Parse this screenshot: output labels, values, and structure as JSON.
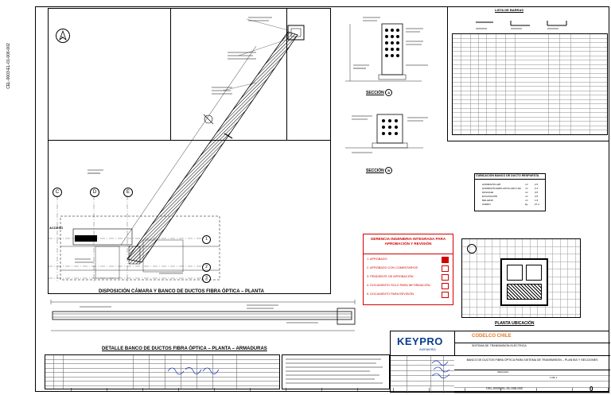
{
  "side_code": "CEL-0003-EL-01-006-002",
  "titles": {
    "plan_main": "DISPOSICIÓN CÁMARA Y BANCO DE DUCTOS FIBRA ÓPTICA – PLANTA",
    "detail_main": "DETALLE BANCO DE DUCTOS FIBRA ÓPTICA – PLANTA – ARMADURAS",
    "section_a": "SECCIÓN",
    "section_a_letter": "A",
    "section_b": "SECCIÓN",
    "section_b_letter": "B",
    "bar_list": "LISTA DE BARRAS",
    "cubication": "CUBICACIÓN BANCO DE DUCTO RESPUESTA",
    "location": "PLANTA UBICACIÓN"
  },
  "axis_labels": [
    "C",
    "D",
    "E"
  ],
  "row_markers": [
    "1",
    "2",
    "3"
  ],
  "labels": {
    "access": "ACCESO",
    "north": "N"
  },
  "cubication_rows": [
    {
      "desc": "HORMIGÓN H25",
      "unit": "m³",
      "val": "2.5"
    },
    {
      "desc": "HORMIGÓN EMPLANTILLADO H10",
      "unit": "m³",
      "val": "0.4"
    },
    {
      "desc": "MOLDAJE",
      "unit": "m²",
      "val": "3.5"
    },
    {
      "desc": "EXCAVACIÓN",
      "unit": "m³",
      "val": "4.5"
    },
    {
      "desc": "RELLENO",
      "unit": "m³",
      "val": "1.9"
    },
    {
      "desc": "ACERO",
      "unit": "kg",
      "val": "27.4"
    }
  ],
  "approval": {
    "header": "GERENCIA INGENIERIA INTEGRADA PARA APROBACIÓN Y REVISIÓN",
    "items": [
      "1. APROBADO",
      "2. APROBADO CON COMENTARIOS",
      "3. PENDIENTE DE APROBACIÓN",
      "4. DOCUMENTO SOLO PARA INFORMACIÓN",
      "5. DOCUMENTO PARA REVISIÓN"
    ]
  },
  "titleblock": {
    "brand": "KEYPRO",
    "brand_sub": "INGENIERÍA",
    "client": "CODELCO",
    "client_sub": "CHILE",
    "project": "SISTEMA DE TRANSMISIÓN ELÉCTRICA",
    "drawing_title": "BANCO DE DUCTOS FIBRA ÓPTICA PARA SISTEMA DE TRANSMISIÓN – PLANTAS Y SECCIONES",
    "number": "CEL-0003-EL-01-006-002",
    "rev": "0",
    "scale": "INDICADA",
    "sheet": "1 DE 1"
  },
  "colors": {
    "approval_red": "#d10000",
    "brand_blue": "#0a3d8f",
    "client_orange": "#e8781e"
  }
}
